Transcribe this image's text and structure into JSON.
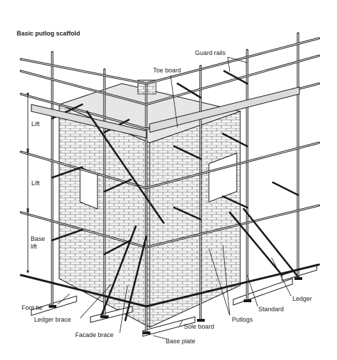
{
  "diagram": {
    "title": "Basic putlog scaffold",
    "labels": {
      "guard_rails": "Guard rails",
      "toe_board": "Toe board",
      "lift_upper": "Lift",
      "lift_middle": "Lift",
      "base_lift_line1": "Base",
      "base_lift_line2": "lift",
      "foot_tie": "Foot tie",
      "ledger_brace": "Ledger brace",
      "facade_brace": "Facade brace",
      "base_plate": "Base plate",
      "sole_board": "Sole board",
      "putlogs": "Putlogs",
      "standard": "Standard",
      "ledger": "Ledger"
    },
    "colors": {
      "ink": "#1a1a1a",
      "paper": "#ffffff",
      "brick": "#f2f2f2",
      "shade": "#d8d8d8"
    }
  }
}
